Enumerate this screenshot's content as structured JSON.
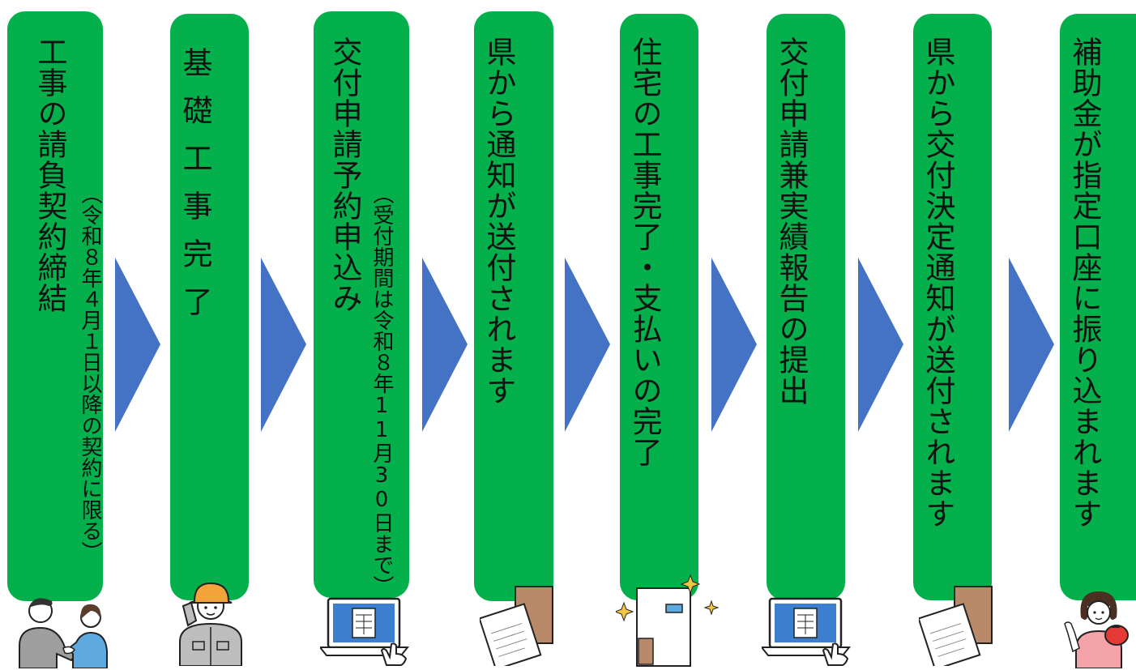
{
  "colors": {
    "step_fill": "#03b04b",
    "arrow_fill": "#4472c4",
    "text": "#111111"
  },
  "steps": [
    {
      "title": "工事の請負契約締結",
      "note": "（令和８年４月１日以降の契約に限る）",
      "illustration": "handshake-people"
    },
    {
      "title": "基礎工事完了",
      "note": "",
      "illustration": "construction-worker"
    },
    {
      "title": "交付申請予約申込み",
      "note": "（受付期間は令和８年11月30日まで）",
      "illustration": "laptop-form-click"
    },
    {
      "title": "県から通知が送付されます",
      "note": "",
      "illustration": "envelope-document"
    },
    {
      "title": "住宅の工事完了・支払いの完了",
      "note": "",
      "illustration": "new-house-sparkles"
    },
    {
      "title": "交付申請兼実績報告の提出",
      "note": "",
      "illustration": "laptop-form-click"
    },
    {
      "title": "県から交付決定通知が送付されます",
      "note": "",
      "illustration": "envelope-document"
    },
    {
      "title": "補助金が指定口座に振り込まれます",
      "note": "",
      "illustration": "woman-with-piggy-bank"
    }
  ]
}
